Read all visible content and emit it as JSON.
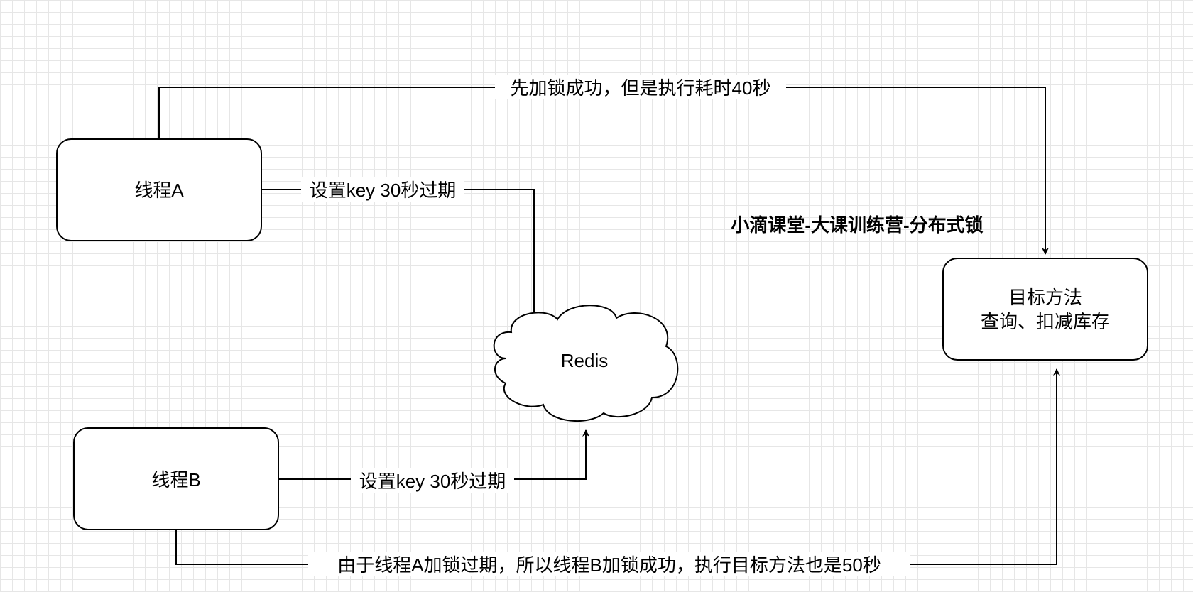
{
  "diagram": {
    "title": "小滴课堂-大课训练营-分布式锁",
    "nodes": {
      "thread_a": {
        "label": "线程A"
      },
      "thread_b": {
        "label": "线程B"
      },
      "redis": {
        "label": "Redis"
      },
      "target": {
        "line1": "目标方法",
        "line2": "查询、扣减库存"
      }
    },
    "edges": {
      "a_to_target": {
        "label": "先加锁成功，但是执行耗时40秒"
      },
      "a_to_redis": {
        "label": "设置key 30秒过期"
      },
      "b_to_redis": {
        "label": "设置key 30秒过期"
      },
      "b_to_target": {
        "label": "由于线程A加锁过期，所以线程B加锁成功，执行目标方法也是50秒"
      }
    }
  }
}
